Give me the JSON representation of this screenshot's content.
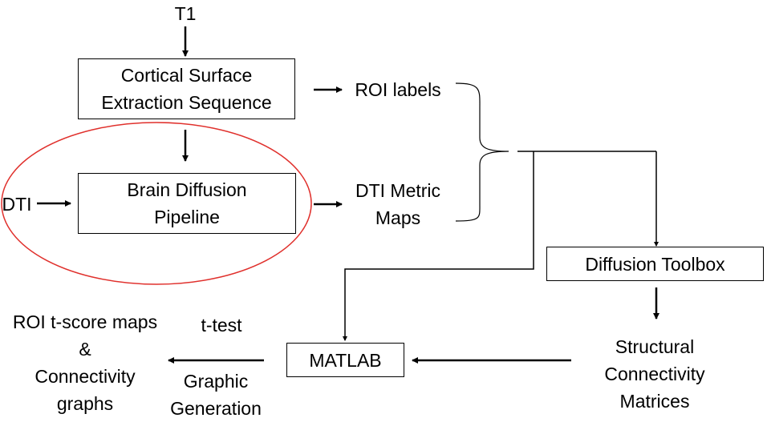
{
  "inputs": {
    "t1": "T1",
    "dti": "DTI"
  },
  "boxes": {
    "cortical": [
      "Cortical Surface",
      "Extraction Sequence"
    ],
    "brain_diffusion": [
      "Brain Diffusion",
      "Pipeline"
    ],
    "diffusion_toolbox": "Diffusion Toolbox",
    "matlab": "MATLAB"
  },
  "outputs": {
    "roi_labels": "ROI labels",
    "dti_metric_maps": [
      "DTI Metric",
      "Maps"
    ],
    "structural_connectivity": [
      "Structural",
      "Connectivity",
      "Matrices"
    ],
    "t_test": "t-test",
    "graphic_generation": [
      "Graphic",
      "Generation"
    ],
    "results": [
      "ROI t-score maps",
      "&",
      "Connectivity",
      "graphs"
    ]
  },
  "colors": {
    "highlight_ellipse": "#e0302c",
    "lines": "#000000"
  }
}
